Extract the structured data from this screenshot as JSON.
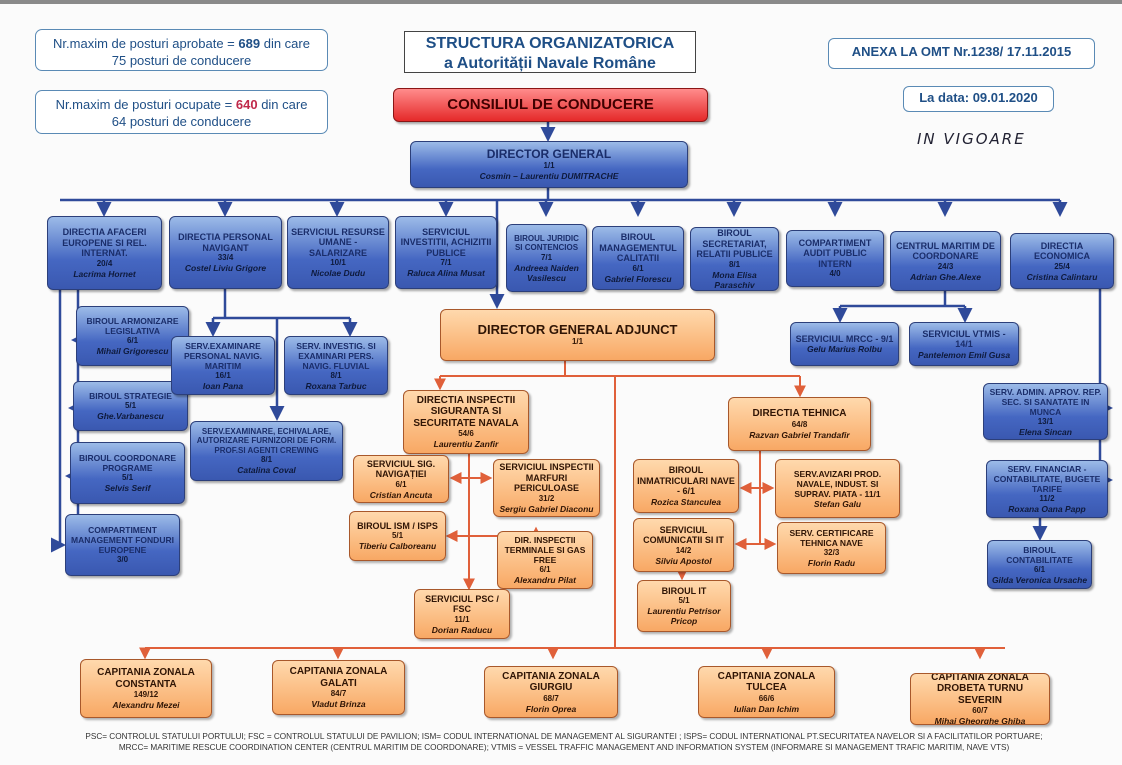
{
  "header": {
    "approved_prefix": "Nr.maxim de posturi aprobate =",
    "approved_value": "689",
    "approved_suffix": "din care",
    "approved_mgmt": "75 posturi de conducere",
    "occupied_prefix": "Nr.maxim de posturi ocupate =",
    "occupied_value": "640",
    "occupied_suffix": "din care",
    "occupied_mgmt": "64 posturi de conducere",
    "title_line1": "STRUCTURA ORGANIZATORICA",
    "title_line2": "a Autorității Navale Române",
    "annex": "ANEXA LA OMT Nr.1238/ 17.11.2015",
    "date": "La data: 09.01.2020",
    "handwritten": "IN VIGOARE"
  },
  "colors": {
    "blue": "#4567c2",
    "orange": "#f8a864",
    "red": "#e52929",
    "connector_blue": "#2f4a9a",
    "connector_orange": "#e0603a"
  },
  "units": {
    "consiliu": {
      "name": "CONSILIUL DE CONDUCERE",
      "count": "",
      "person": ""
    },
    "dg": {
      "name": "DIRECTOR GENERAL",
      "count": "1/1",
      "person": "Cosmin – Laurentiu DUMITRACHE"
    },
    "dga": {
      "name": "DIRECTOR GENERAL ADJUNCT",
      "count": "1/1",
      "person": ""
    },
    "dir_afaceri": {
      "name": "DIRECTIA AFACERI EUROPENE SI REL. INTERNAT.",
      "count": "20/4",
      "person": "Lacrima Hornet"
    },
    "dir_personal": {
      "name": "DIRECTIA PERSONAL NAVIGANT",
      "count": "33/4",
      "person": "Costel Liviu Grigore"
    },
    "serv_resurse": {
      "name": "SERVICIUL RESURSE UMANE - SALARIZARE",
      "count": "10/1",
      "person": "Nicolae Dudu"
    },
    "serv_investitii": {
      "name": "SERVICIUL INVESTITII, ACHIZITII PUBLICE",
      "count": "7/1",
      "person": "Raluca Alina Musat"
    },
    "birou_juridic": {
      "name": "BIROUL JURIDIC SI CONTENCIOS",
      "count": "7/1",
      "person": "Andreea Naiden Vasilescu"
    },
    "birou_calitate": {
      "name": "BIROUL MANAGEMENTUL CALITATII",
      "count": "6/1",
      "person": "Gabriel Florescu"
    },
    "birou_secretariat": {
      "name": "BIROUL SECRETARIAT, RELATII PUBLICE",
      "count": "8/1",
      "person": "Mona Elisa Paraschiv"
    },
    "comp_audit": {
      "name": "COMPARTIMENT AUDIT PUBLIC INTERN",
      "count": "4/0",
      "person": ""
    },
    "centrul_maritim": {
      "name": "CENTRUL MARITIM DE COORDONARE",
      "count": "24/3",
      "person": "Adrian Ghe.Alexe"
    },
    "dir_economica": {
      "name": "DIRECTIA ECONOMICA",
      "count": "25/4",
      "person": "Cristina Calintaru"
    },
    "birou_armonizare": {
      "name": "BIROUL ARMONIZARE LEGISLATIVA",
      "count": "6/1",
      "person": "Mihail Grigorescu"
    },
    "birou_strategie": {
      "name": "BIROUL STRATEGIE",
      "count": "5/1",
      "person": "Ghe.Varbanescu"
    },
    "birou_programe": {
      "name": "BIROUL COORDONARE PROGRAME",
      "count": "5/1",
      "person": "Selvis Serif"
    },
    "comp_fonduri": {
      "name": "COMPARTIMENT MANAGEMENT FONDURI EUROPENE",
      "count": "3/0",
      "person": ""
    },
    "serv_maritim": {
      "name": "SERV.EXAMINARE PERSONAL NAVIG. MARITIM",
      "count": "16/1",
      "person": "Ioan Pana"
    },
    "serv_fluvial": {
      "name": "SERV. INVESTIG. SI EXAMINARI PERS. NAVIG. FLUVIAL",
      "count": "8/1",
      "person": "Roxana Tarbuc"
    },
    "serv_crewing": {
      "name": "SERV.EXAMINARE, ECHIVALARE, AUTORIZARE FURNIZORI DE FORM. PROF.SI AGENTI CREWING",
      "count": "8/1",
      "person": "Catalina Coval"
    },
    "serv_mrcc": {
      "name": "SERVICIUL MRCC - 9/1",
      "count": "",
      "person": "Gelu Marius Rolbu"
    },
    "serv_vtmis": {
      "name": "SERVICIUL VTMIS - 14/1",
      "count": "",
      "person": "Pantelemon Emil Gusa"
    },
    "serv_admin": {
      "name": "SERV. ADMIN. APROV. REP. SEC. SI SANATATE IN MUNCA",
      "count": "13/1",
      "person": "Elena Sincan"
    },
    "serv_financiar": {
      "name": "SERV. FINANCIAR - CONTABILITATE, BUGETE TARIFE",
      "count": "11/2",
      "person": "Roxana Oana Papp"
    },
    "birou_contabilitate": {
      "name": "BIROUL CONTABILITATE",
      "count": "6/1",
      "person": "Gilda Veronica Ursache"
    },
    "dir_inspectii": {
      "name": "DIRECTIA INSPECTII SIGURANTA SI SECURITATE NAVALA",
      "count": "54/6",
      "person": "Laurentiu Zanfir"
    },
    "dir_tehnica": {
      "name": "DIRECTIA TEHNICA",
      "count": "64/8",
      "person": "Razvan Gabriel Trandafir"
    },
    "serv_sig_navigatiei": {
      "name": "SERVICIUL SIG. NAVIGAȚIEI",
      "count": "6/1",
      "person": "Cristian Ancuta"
    },
    "serv_marfuri": {
      "name": "SERVICIUL INSPECTII MARFURI PERICULOASE",
      "count": "31/2",
      "person": "Sergiu Gabriel Diaconu"
    },
    "birou_isps": {
      "name": "BIROUL ISM / ISPS",
      "count": "5/1",
      "person": "Tiberiu Calboreanu"
    },
    "dir_terminale": {
      "name": "DIR. INSPECTII TERMINALE SI GAS FREE",
      "count": "6/1",
      "person": "Alexandru Pilat"
    },
    "serv_psc": {
      "name": "SERVICIUL PSC / FSC",
      "count": "11/1",
      "person": "Dorian Raducu"
    },
    "birou_inmatriculari": {
      "name": "BIROUL INMATRICULARI NAVE - 6/1",
      "count": "",
      "person": "Rozica Stanculea"
    },
    "serv_avizari": {
      "name": "SERV.AVIZARI PROD. NAVALE, INDUST. SI SUPRAV. PIATA - 11/1",
      "count": "",
      "person": "Stefan Galu"
    },
    "serv_comunicatii": {
      "name": "SERVICIUL COMUNICATII si IT",
      "count": "14/2",
      "person": "Silviu Apostol"
    },
    "serv_certificare": {
      "name": "SERV. CERTIFICARE TEHNICA NAVE",
      "count": "32/3",
      "person": "Florin Radu"
    },
    "birou_it": {
      "name": "BIROUL IT",
      "count": "5/1",
      "person": "Laurentiu Petrisor Pricop"
    },
    "cap_constanta": {
      "name": "CAPITANIA ZONALA CONSTANTA",
      "count": "149/12",
      "person": "Alexandru Mezei"
    },
    "cap_galati": {
      "name": "CAPITANIA ZONALA GALATI",
      "count": "84/7",
      "person": "Vladut Brinza"
    },
    "cap_giurgiu": {
      "name": "CAPITANIA ZONALA GIURGIU",
      "count": "68/7",
      "person": "Florin Oprea"
    },
    "cap_tulcea": {
      "name": "CAPITANIA ZONALA TULCEA",
      "count": "66/6",
      "person": "Iulian Dan Ichim"
    },
    "cap_drobeta": {
      "name": "CAPITANIA ZONALA DROBETA TURNU SEVERIN",
      "count": "60/7",
      "person": "Mihai Gheorghe Ghiba"
    }
  },
  "footer": {
    "line1": "PSC= CONTROLUL STATULUI PORTULUI; FSC = CONTROLUL STATULUI DE PAVILION; ISM= CODUL INTERNATIONAL DE MANAGEMENT AL SIGURANTEI ; ISPS= CODUL INTERNATIONAL PT.SECURITATEA NAVELOR SI A FACILITATILOR PORTUARE;",
    "line2": "MRCC= MARITIME RESCUE COORDINATION CENTER (CENTRUL MARITIM DE COORDONARE); VTMIS = VESSEL TRAFFIC MANAGEMENT AND INFORMATION SYSTEM (INFORMARE SI MANAGEMENT TRAFIC MARITIM, NAVE VTS)"
  }
}
